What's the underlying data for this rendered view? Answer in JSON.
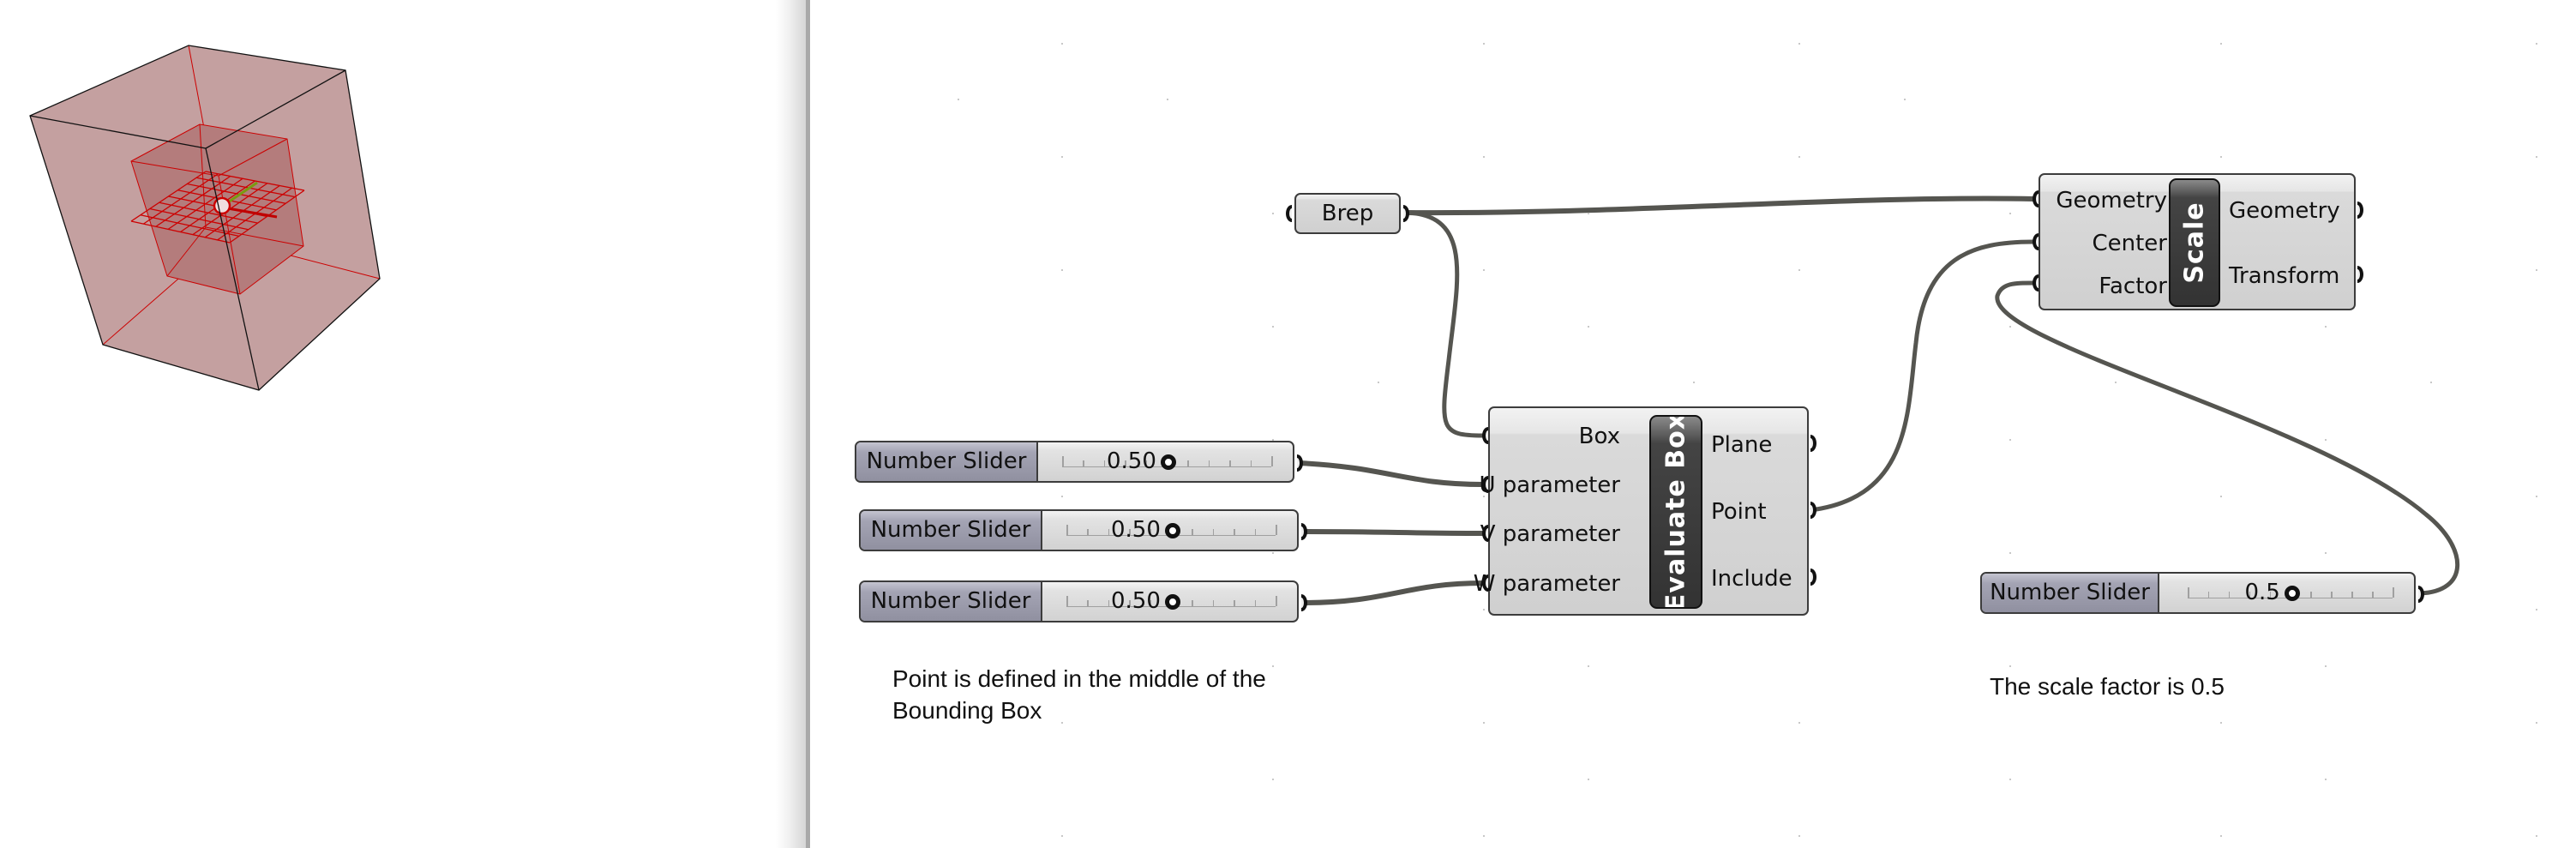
{
  "viewport": {
    "description": "Rhino 3D viewport showing bounding box, scaled box and evaluation plane",
    "colors": {
      "box_fill": "#c4a0a0",
      "inner_box_fill": "#b47c7c",
      "box_edge": "#000000",
      "wire_red": "#cc0000",
      "axis_green": "#7a9a10",
      "axis_red": "#c00000"
    }
  },
  "canvas": {
    "components": {
      "brep": {
        "label": "Brep"
      },
      "evaluate_box": {
        "name": "Evaluate Box",
        "inputs": [
          "Box",
          "U parameter",
          "V parameter",
          "W parameter"
        ],
        "outputs": [
          "Plane",
          "Point",
          "Include"
        ]
      },
      "scale": {
        "name": "Scale",
        "inputs": [
          "Geometry",
          "Center",
          "Factor"
        ],
        "outputs": [
          "Geometry",
          "Transform"
        ]
      }
    },
    "sliders": [
      {
        "name": "Number Slider",
        "value": "0.50",
        "fraction": 0.5
      },
      {
        "name": "Number Slider",
        "value": "0.50",
        "fraction": 0.5
      },
      {
        "name": "Number Slider",
        "value": "0.50",
        "fraction": 0.5
      },
      {
        "name": "Number Slider",
        "value": "0.5",
        "fraction": 0.5
      }
    ],
    "notes": {
      "point_note": "Point is defined in the middle of the Bounding Box",
      "scale_note": "The scale factor is 0.5"
    },
    "wire_color": "#555550"
  }
}
